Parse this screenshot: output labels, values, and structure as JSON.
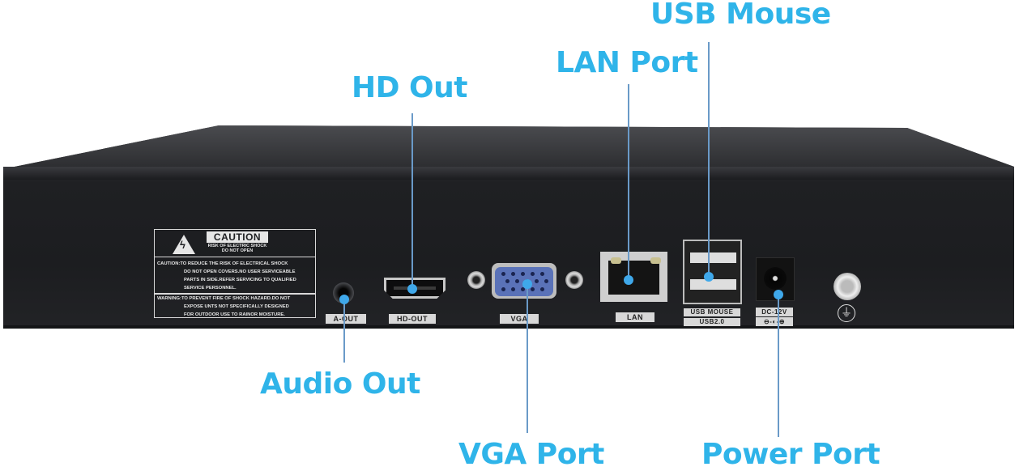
{
  "diagram": {
    "subject": "NVR rear panel",
    "callouts": [
      {
        "id": "hd-out",
        "label": "HD Out"
      },
      {
        "id": "lan-port",
        "label": "LAN Port"
      },
      {
        "id": "usb-mouse",
        "label": "USB Mouse"
      },
      {
        "id": "audio-out",
        "label": "Audio Out"
      },
      {
        "id": "vga-port",
        "label": "VGA Port"
      },
      {
        "id": "power-port",
        "label": "Power Port"
      }
    ],
    "port_tags": {
      "a_out": "A-OUT",
      "hd_out": "HD-OUT",
      "vga": "VGA",
      "lan": "LAN",
      "usb_mouse": "USB MOUSE",
      "usb2": "USB2.0",
      "dc": "DC-12V",
      "dc_polarity": "⊖-◐-⊕",
      "ground_symbol": "⏚"
    },
    "caution_label": {
      "title": "CAUTION",
      "sub1": "RISK OF ELECTRIC SHOCK",
      "sub2": "DO NOT OPEN",
      "caution_lines": [
        "CAUTION:TO REDUCE THE RISK OF ELECTRICAL SHOCK",
        "DO NOT OPEN COVERS.NO USER SERVICEABLE",
        "PARTS IN SIDE.REFER SERVICING TO QUALIFIED",
        "SERVICE PERSONNEL."
      ],
      "warning_lines": [
        "WARNING:TO PREVENT FIRE OF SHOCK HAZARD.DO NOT",
        "EXPOSE UNTS NOT SPECIFICALLY DESIGNED",
        "FOR OUTDOOR USE TO RAINOR MOISTURE."
      ]
    },
    "colors": {
      "callout_text": "#2fb4e9",
      "leader_line": "#6a9ac8",
      "leader_dot": "#3fa8ea",
      "device_body": "#1f2023"
    }
  }
}
